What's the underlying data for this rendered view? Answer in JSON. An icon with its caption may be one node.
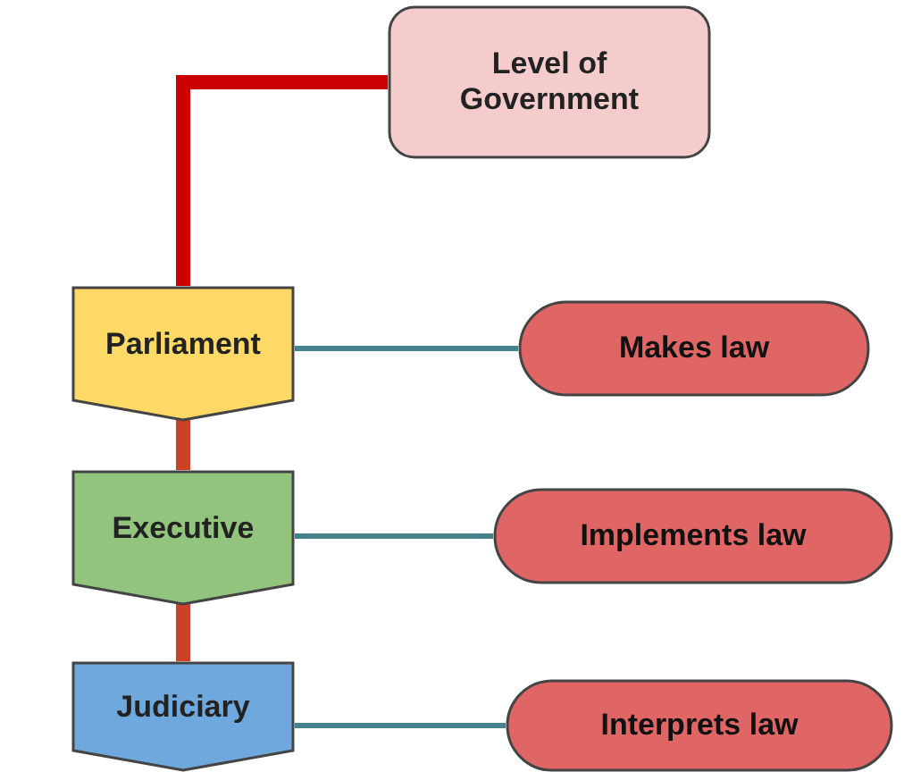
{
  "diagram": {
    "nodes": [
      {
        "text": [
          "Level of Government"
        ]
      },
      {
        "text": [
          "Parliament"
        ]
      },
      {
        "text": [
          "Executive"
        ]
      },
      {
        "text": [
          "Judiciary"
        ]
      },
      {
        "text": [
          "Makes law"
        ]
      },
      {
        "text": [
          "Implements law"
        ]
      },
      {
        "text": [
          "Interprets law"
        ]
      }
    ],
    "edges": [
      {
        "from": 0,
        "to": 1,
        "arrow": "none",
        "style": "thick",
        "color": "#cc0000"
      },
      {
        "from": 1,
        "to": 2,
        "arrow": "none",
        "style": "thick",
        "color": "#cc4125"
      },
      {
        "from": 2,
        "to": 3,
        "arrow": "none",
        "style": "thick",
        "color": "#cc4125"
      },
      {
        "from": 1,
        "to": 4,
        "arrow": "none"
      },
      {
        "from": 2,
        "to": 5,
        "arrow": "none"
      },
      {
        "from": 3,
        "to": 6,
        "arrow": "none"
      }
    ]
  }
}
